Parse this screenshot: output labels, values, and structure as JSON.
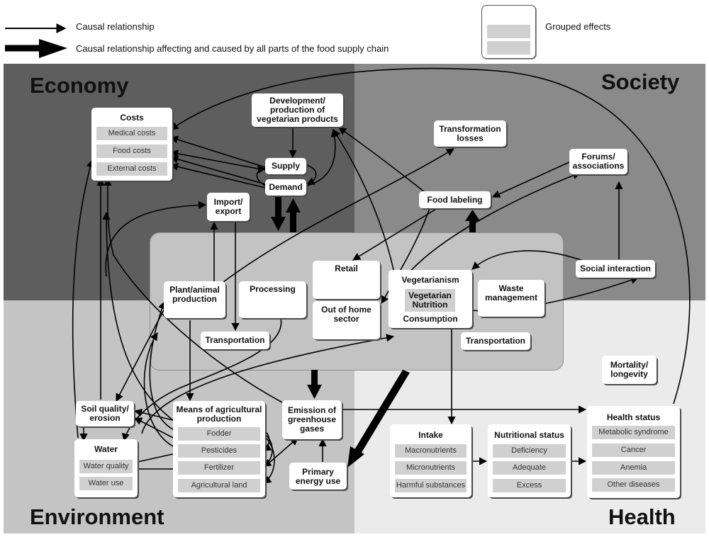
{
  "legend": {
    "causal": "Causal relationship",
    "causal_all": "Causal relationship affecting and caused by all parts of the food supply chain",
    "grouped": "Grouped effects"
  },
  "quadrants": {
    "economy": "Economy",
    "society": "Society",
    "environment": "Environment",
    "health": "Health"
  },
  "nodes": {
    "costs": {
      "title": "Costs",
      "items": [
        "Medical costs",
        "Food costs",
        "External costs"
      ]
    },
    "development": "Development/\nproduction of\nvegetarian products",
    "supply": "Supply",
    "demand": "Demand",
    "import_export": "Import/\nexport",
    "transformation_losses": "Transformation\nlosses",
    "forums": "Forums/\nassociations",
    "food_labeling": "Food labeling",
    "social_interaction": "Social interaction",
    "plant_animal": "Plant/animal\nproduction",
    "processing": "Processing",
    "retail": "Retail",
    "out_of_home": "Out of home\nsector",
    "consumption": {
      "top": "Vegetarianism",
      "inner": "Vegetarian\nNutrition",
      "bottom": "Consumption"
    },
    "waste": "Waste\nmanagement",
    "transport1": "Transportation",
    "transport2": "Transportation",
    "soil": "Soil quality/\nerosion",
    "water": {
      "title": "Water",
      "items": [
        "Water quality",
        "Water use"
      ]
    },
    "means": {
      "title": "Means of agricultural\nproduction",
      "items": [
        "Fodder",
        "Pesticides",
        "Fertilizer",
        "Agricultural land"
      ]
    },
    "emission": "Emission of\ngreenhouse\ngases",
    "primary_energy": "Primary\nenergy use",
    "intake": {
      "title": "Intake",
      "items": [
        "Macronutrients",
        "Micronutrients",
        "Harmful substances"
      ]
    },
    "nutritional_status": {
      "title": "Nutritional status",
      "items": [
        "Deficiency",
        "Adequate",
        "Excess"
      ]
    },
    "health_status": {
      "title": "Health status",
      "items": [
        "Metabolic syndrome",
        "Cancer",
        "Anemia",
        "Other diseases"
      ]
    },
    "mortality": "Mortality/\nlongevity"
  }
}
